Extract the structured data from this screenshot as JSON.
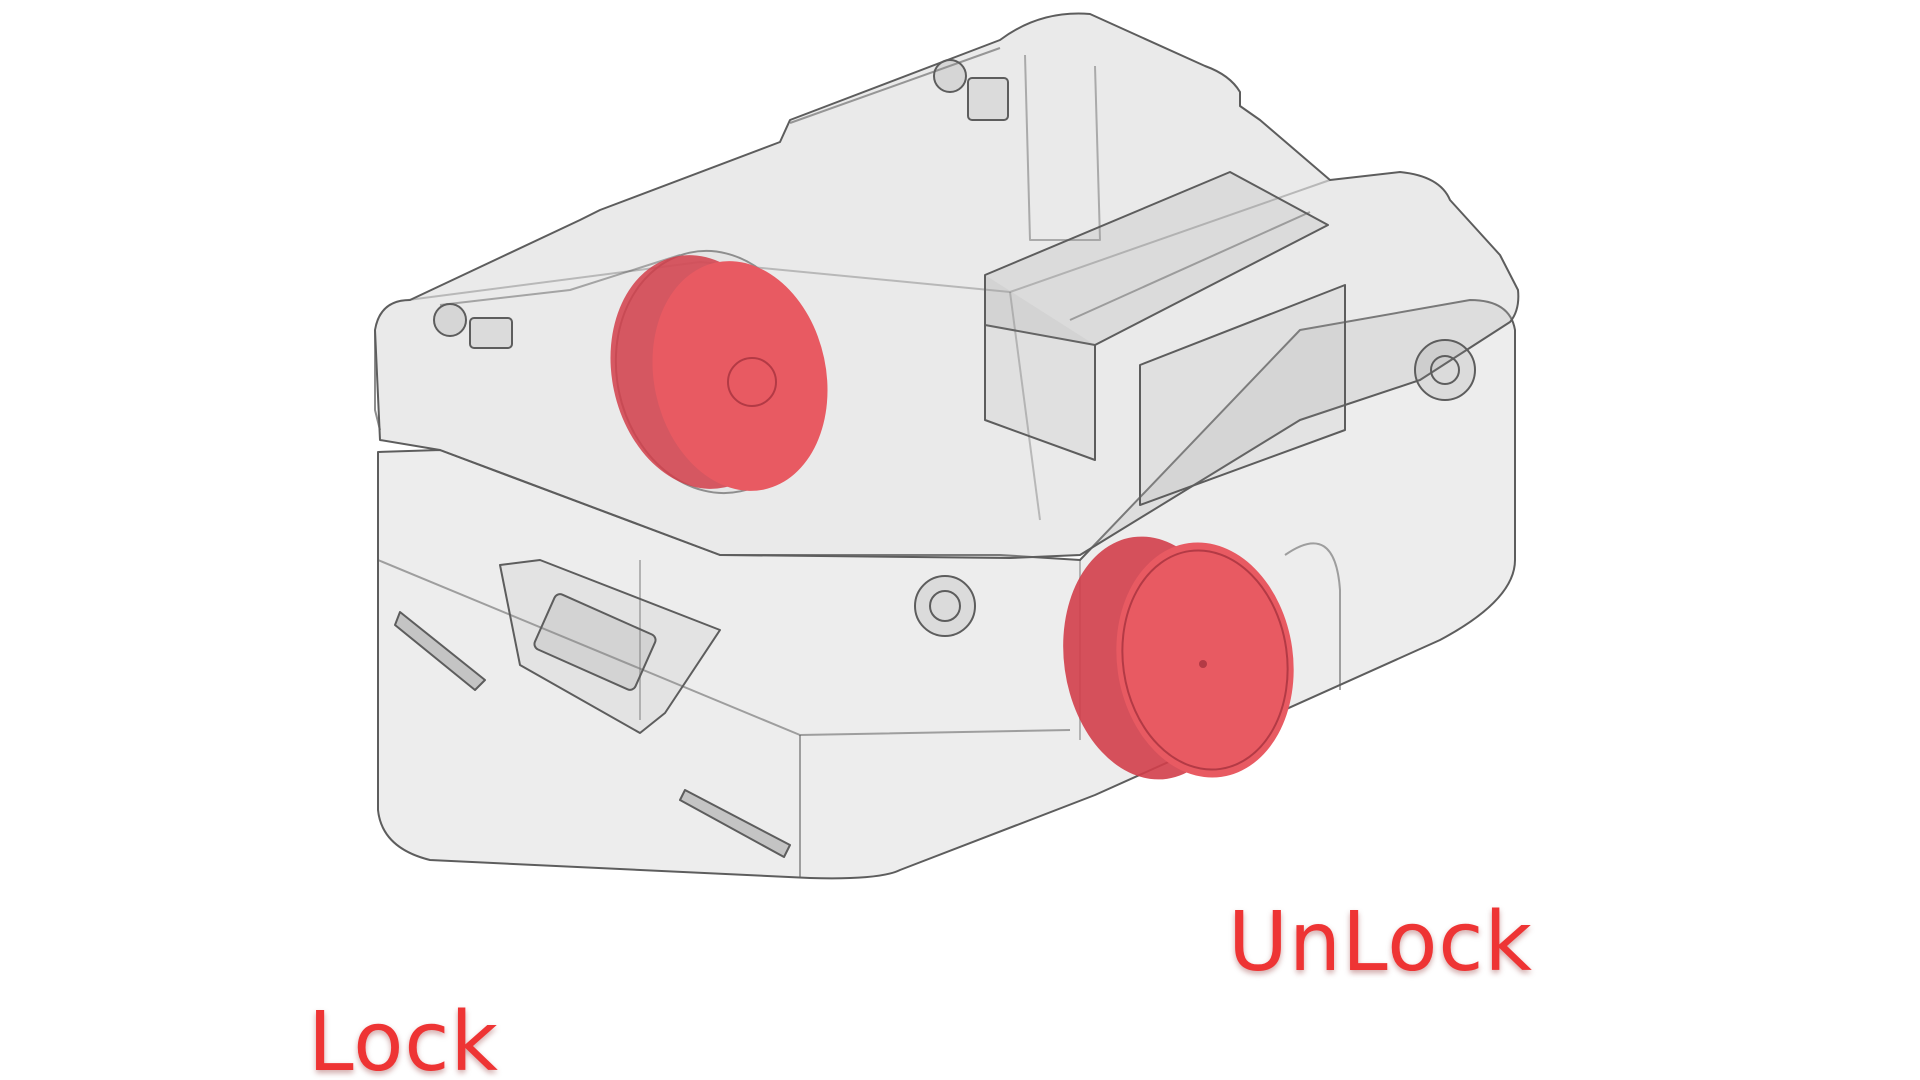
{
  "diagram": {
    "subject": "robot-chassis-transparent-render",
    "colors": {
      "label": "#ee3434",
      "wheel_fill": "#e85a62",
      "wheel_dark": "#d23e4a",
      "body_stroke": "#5d5d5d",
      "body_fill": "#b8b8b8"
    },
    "labels": {
      "lock": "Lock",
      "unlock": "UnLock"
    }
  }
}
